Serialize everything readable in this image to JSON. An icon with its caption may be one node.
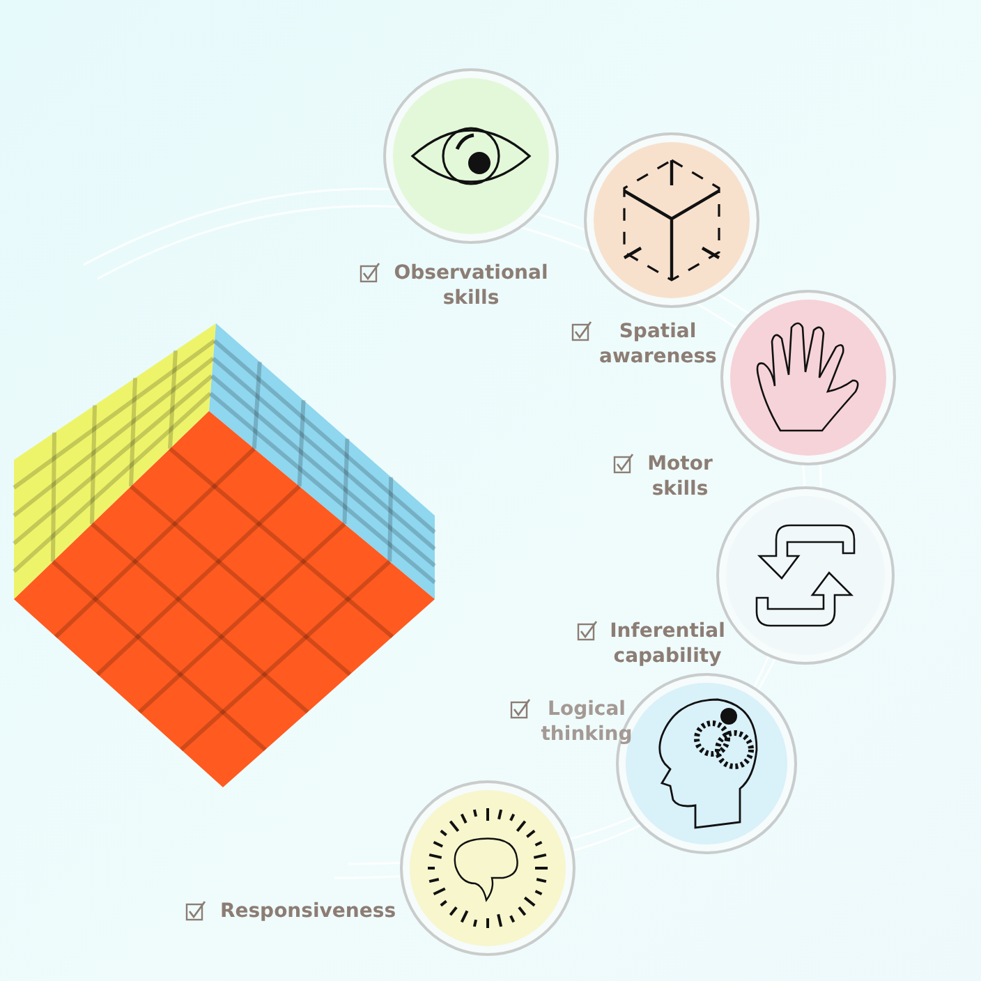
{
  "diagram": {
    "nodes": [
      {
        "text": [],
        "shape": "circle",
        "beside": [
          "Observational skills"
        ]
      },
      {
        "text": [],
        "shape": "circle",
        "beside": [
          "Spatial awareness"
        ]
      },
      {
        "text": [],
        "shape": "circle",
        "beside": [
          "Motor skills"
        ]
      },
      {
        "text": [],
        "shape": "circle",
        "beside": [
          "Inferential capability"
        ]
      },
      {
        "text": [],
        "shape": "circle",
        "beside": [
          "Logical thinking"
        ]
      },
      {
        "text": [],
        "shape": "circle",
        "beside": [
          "Responsiveness"
        ]
      }
    ]
  }
}
